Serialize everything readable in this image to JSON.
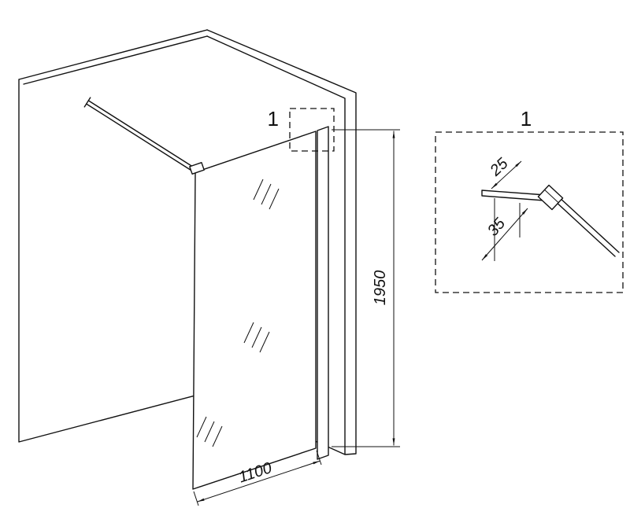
{
  "colors": {
    "background": "#ffffff",
    "line": "#111111"
  },
  "main_view": {
    "detail_marker_label": "1",
    "dim_height": "1950",
    "dim_width": "1100"
  },
  "detail_view": {
    "label": "1",
    "dim_top": "25",
    "dim_side": "35"
  }
}
